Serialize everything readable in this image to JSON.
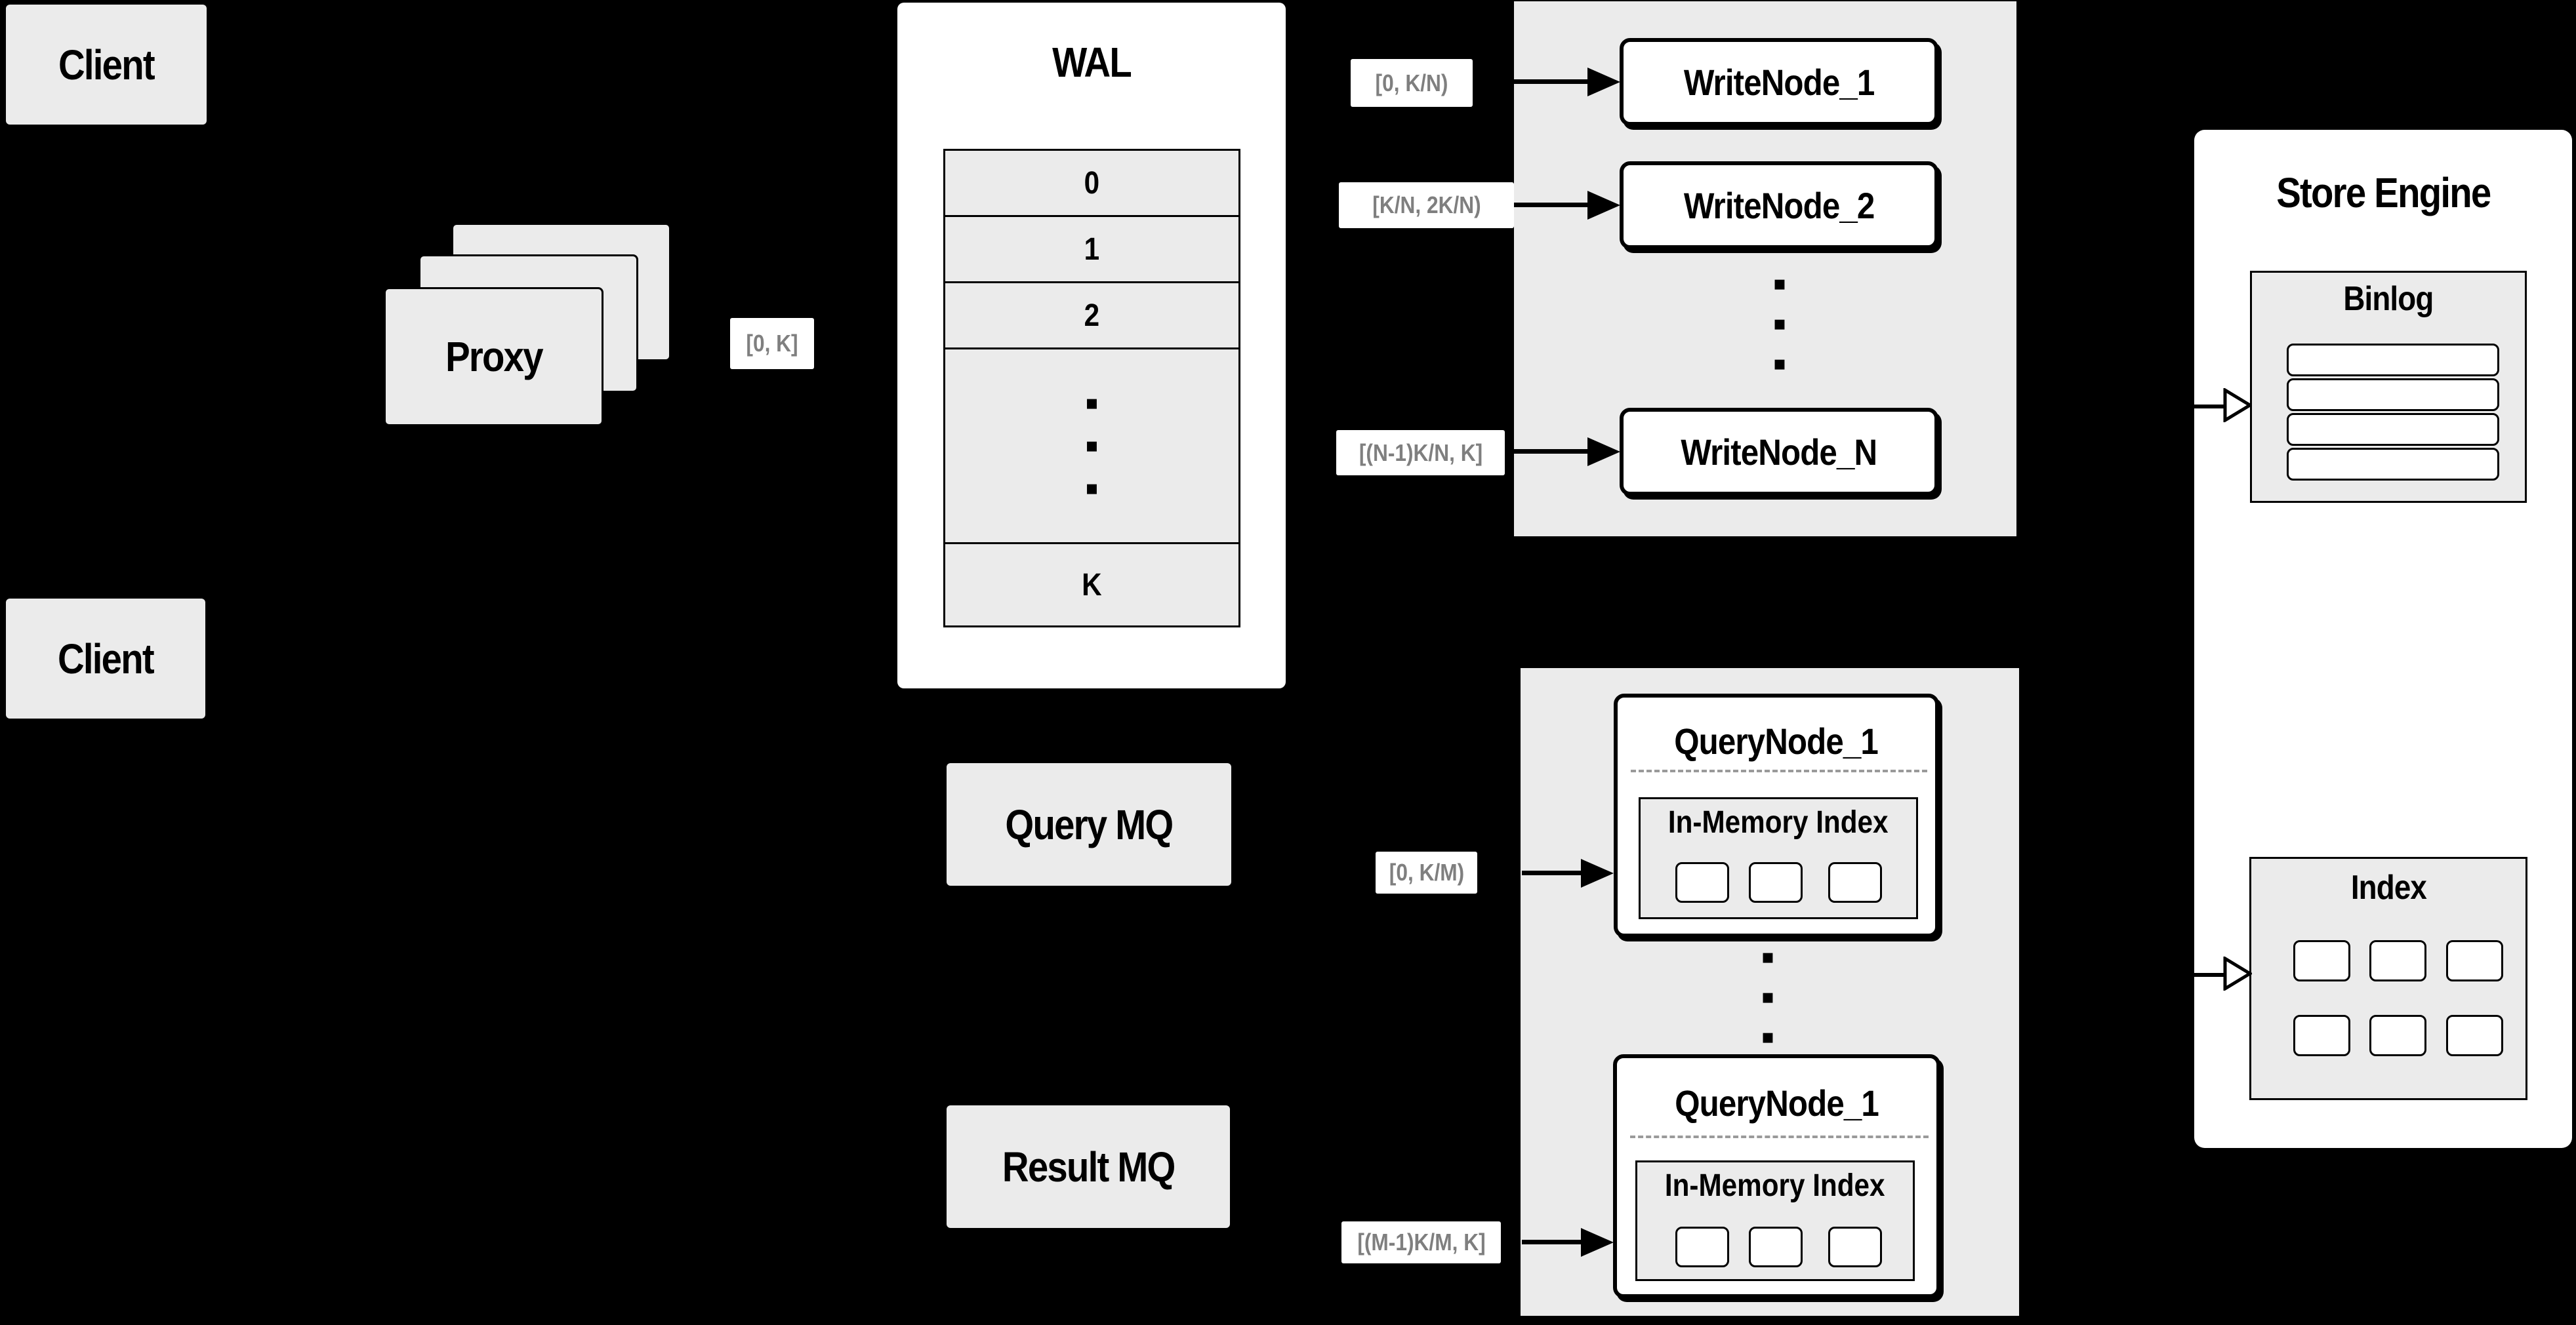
{
  "colors": {
    "background": "#000000",
    "panel_gray": "#ebebeb",
    "box_white": "#ffffff",
    "border_black": "#000000",
    "range_text_gray": "#7f7f7f",
    "dash_gray": "#9a9a9a"
  },
  "clients": {
    "top_label": "Client",
    "bottom_label": "Client"
  },
  "proxy": {
    "label": "Proxy"
  },
  "ranges": {
    "proxy_out": "[0, K]",
    "write_node_1": "[0, K/N)",
    "write_node_2": "[K/N, 2K/N)",
    "write_node_n": "[(N-1)K/N, K]",
    "query_node_1": "[0, K/M)",
    "query_node_m": "[(M-1)K/M, K]"
  },
  "wal": {
    "title": "WAL",
    "rows": [
      "0",
      "1",
      "2"
    ],
    "last_row": "K"
  },
  "write_nodes": {
    "node_1": "WriteNode_1",
    "node_2": "WriteNode_2",
    "node_n": "WriteNode_N"
  },
  "mq": {
    "query": "Query MQ",
    "result": "Result MQ"
  },
  "query_nodes": {
    "node_top": {
      "title": "QueryNode_1",
      "memory_index_label": "In-Memory Index"
    },
    "node_bottom": {
      "title": "QueryNode_1",
      "memory_index_label": "In-Memory Index"
    }
  },
  "store_engine": {
    "title": "Store Engine",
    "binlog_label": "Binlog",
    "index_label": "Index"
  },
  "glyphs": {
    "dot": "▪"
  }
}
